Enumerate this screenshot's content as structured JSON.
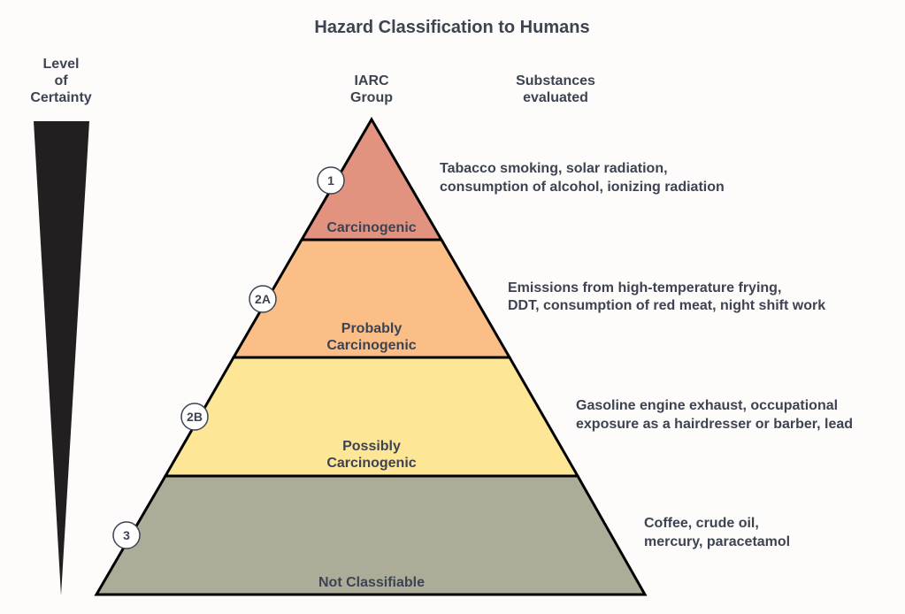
{
  "title": "Hazard Classification to Humans",
  "headers": {
    "certainty": [
      "Level",
      "of",
      "Certainty"
    ],
    "group": [
      "IARC",
      "Group"
    ],
    "substances": [
      "Substances",
      "evaluated"
    ]
  },
  "colors": {
    "text": "#3e4352",
    "background": "#fdfcfa",
    "wedge": "#231f20"
  },
  "levels": [
    {
      "group": "1",
      "label": [
        "Carcinogenic"
      ],
      "color": "#e2937f",
      "substances": [
        "Tabacco smoking, solar radiation,",
        "consumption of alcohol, ionizing radiation"
      ]
    },
    {
      "group": "2A",
      "label": [
        "Probably",
        "Carcinogenic"
      ],
      "color": "#fbbe86",
      "substances": [
        "Emissions from high-temperature frying,",
        "DDT, consumption of red meat, night shift work"
      ]
    },
    {
      "group": "2B",
      "label": [
        "Possibly",
        "Carcinogenic"
      ],
      "color": "#fde696",
      "substances": [
        "Gasoline engine exhaust, occupational",
        "exposure as a hairdresser or barber, lead"
      ]
    },
    {
      "group": "3",
      "label": [
        "Not Classifiable"
      ],
      "color": "#acac99",
      "substances": [
        "Coffee, crude oil,",
        "mercury, paracetamol"
      ]
    }
  ]
}
